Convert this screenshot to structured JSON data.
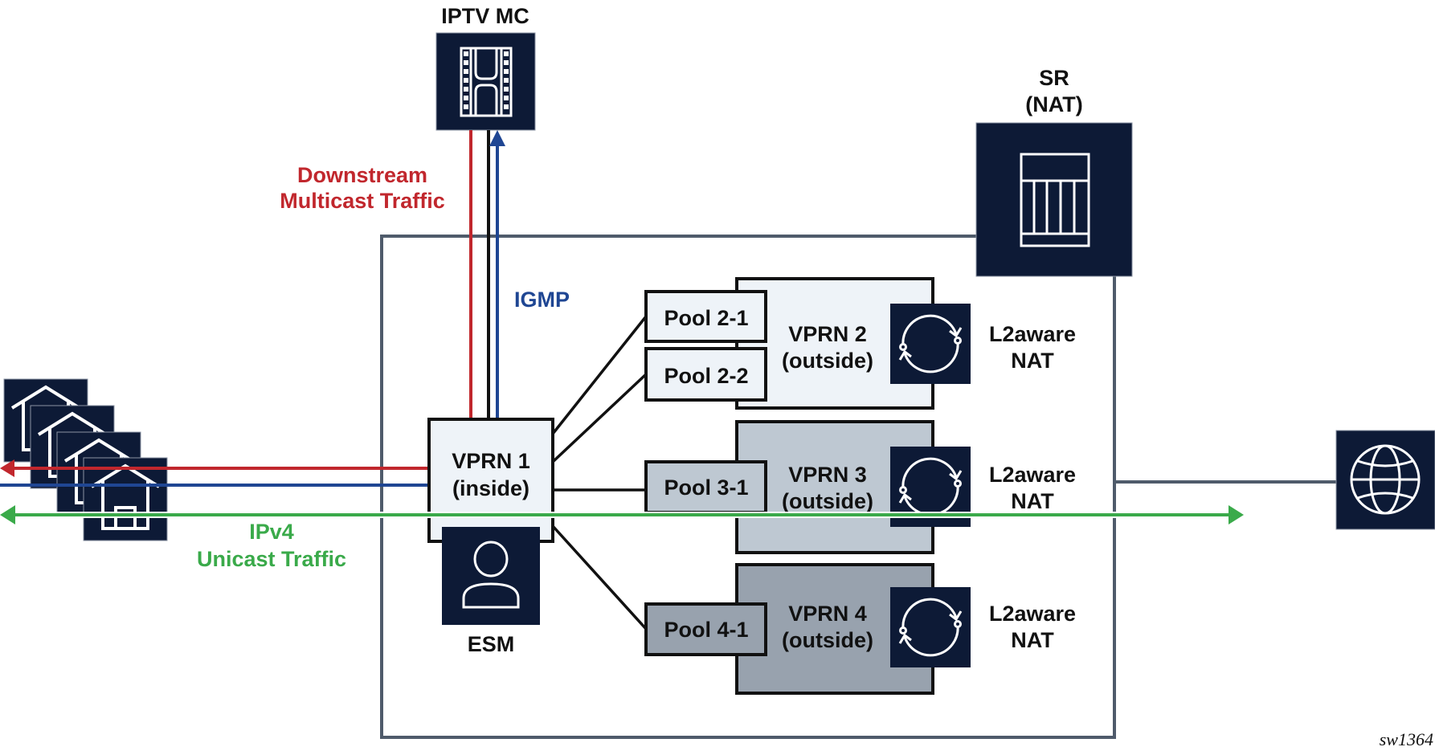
{
  "figure_id": "sw1364",
  "colors": {
    "navy": "#0d1a36",
    "frame": "#4f5b6b",
    "downstream": "#c1272d",
    "igmp": "#1f4693",
    "unicast": "#3aaa4a",
    "vprn_inside": "#eef3f8",
    "vprn2": "#eef3f8",
    "vprn3": "#bec8d2",
    "vprn4": "#98a2ae"
  },
  "nodes": {
    "iptv": {
      "label": "IPTV MC",
      "icon": "film-strip-icon"
    },
    "sr": {
      "label_line1": "SR",
      "label_line2": "(NAT)",
      "icon": "router-chassis-icon"
    },
    "esm": {
      "label": "ESM",
      "icon": "user-icon"
    },
    "internet": {
      "icon": "globe-icon"
    },
    "homes": {
      "count": 4,
      "icon": "house-icon"
    },
    "vprn1": {
      "line1": "VPRN 1",
      "line2": "(inside)"
    },
    "vprns": [
      {
        "line1": "VPRN 2",
        "line2": "(outside)",
        "nat_line1": "L2aware",
        "nat_line2": "NAT",
        "pools": [
          "Pool 2-1",
          "Pool 2-2"
        ]
      },
      {
        "line1": "VPRN 3",
        "line2": "(outside)",
        "nat_line1": "L2aware",
        "nat_line2": "NAT",
        "pools": [
          "Pool 3-1"
        ]
      },
      {
        "line1": "VPRN 4",
        "line2": "(outside)",
        "nat_line1": "L2aware",
        "nat_line2": "NAT",
        "pools": [
          "Pool 4-1"
        ]
      }
    ]
  },
  "flows": {
    "downstream": {
      "line1": "Downstream",
      "line2": "Multicast Traffic"
    },
    "igmp": {
      "label": "IGMP"
    },
    "unicast": {
      "line1": "IPv4",
      "line2": "Unicast Traffic"
    }
  }
}
